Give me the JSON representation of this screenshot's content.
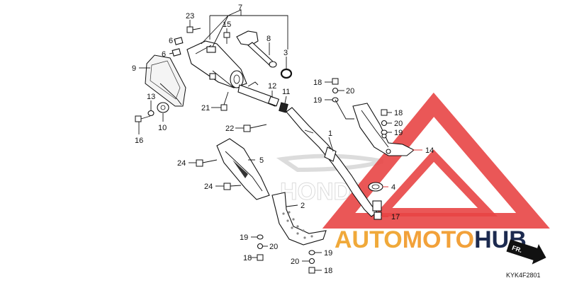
{
  "diagram": {
    "code": "KYK4F2801",
    "direction_label": "FR.",
    "watermark": {
      "part1": "AUTO",
      "part2": "MOTO",
      "part3": "HUB",
      "part1_color": "#f0a93a",
      "part2_color": "#f2a13a",
      "part3_color": "#1c2a4f",
      "triangle_color": "#e84545",
      "bg_brand_text": "HONDA"
    },
    "callouts": [
      {
        "label": "1"
      },
      {
        "label": "2"
      },
      {
        "label": "3"
      },
      {
        "label": "4"
      },
      {
        "label": "5"
      },
      {
        "label": "6"
      },
      {
        "label": "6"
      },
      {
        "label": "7"
      },
      {
        "label": "8"
      },
      {
        "label": "9"
      },
      {
        "label": "10"
      },
      {
        "label": "11"
      },
      {
        "label": "12"
      },
      {
        "label": "13"
      },
      {
        "label": "14"
      },
      {
        "label": "15"
      },
      {
        "label": "16"
      },
      {
        "label": "17"
      },
      {
        "label": "18"
      },
      {
        "label": "18"
      },
      {
        "label": "18"
      },
      {
        "label": "18"
      },
      {
        "label": "19"
      },
      {
        "label": "19"
      },
      {
        "label": "19"
      },
      {
        "label": "19"
      },
      {
        "label": "20"
      },
      {
        "label": "20"
      },
      {
        "label": "20"
      },
      {
        "label": "20"
      },
      {
        "label": "21"
      },
      {
        "label": "22"
      },
      {
        "label": "23"
      },
      {
        "label": "24"
      },
      {
        "label": "24"
      }
    ]
  }
}
